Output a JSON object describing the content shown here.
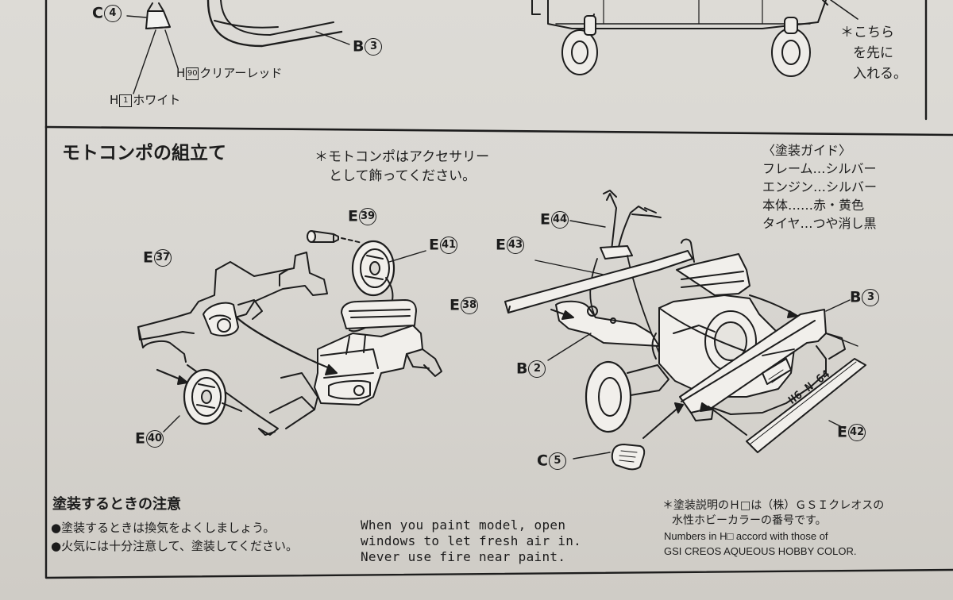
{
  "top_labels": {
    "c4": {
      "letter": "C",
      "num": "4"
    },
    "b3": {
      "letter": "B",
      "num": "3"
    },
    "h90": {
      "letter": "H",
      "num": "90",
      "color": "クリアーレッド"
    },
    "h1": {
      "letter": "H",
      "num": "1",
      "color": "ホワイト"
    },
    "first_note": {
      "line1": "＊こちら",
      "line2": "を先に",
      "line3": "入れる。"
    }
  },
  "section": {
    "title": "モトコンポの組立て",
    "note_line1": "＊モトコンポはアクセサリー",
    "note_line2": "として飾ってください。"
  },
  "paint_guide": {
    "title": "〈塗装ガイド〉",
    "rows": [
      "フレーム…シルバー",
      "エンジン…シルバー",
      "本体……赤・黄色",
      "タイヤ…つや消し黒"
    ]
  },
  "parts": {
    "e37": {
      "letter": "E",
      "num": "37"
    },
    "e39": {
      "letter": "E",
      "num": "39"
    },
    "e41": {
      "letter": "E",
      "num": "41"
    },
    "e38": {
      "letter": "E",
      "num": "38"
    },
    "e40": {
      "letter": "E",
      "num": "40"
    },
    "e44": {
      "letter": "E",
      "num": "44"
    },
    "e43": {
      "letter": "E",
      "num": "43"
    },
    "b3b": {
      "letter": "B",
      "num": "3"
    },
    "b2": {
      "letter": "B",
      "num": "2"
    },
    "e42": {
      "letter": "E",
      "num": "42"
    },
    "c5": {
      "letter": "C",
      "num": "5"
    }
  },
  "caution": {
    "title": "塗装するときの注意",
    "line1": "●塗装するときは換気をよくしましょう。",
    "line2": "●火気には十分注意して、塗装してください。"
  },
  "english_note": {
    "line1": "When you paint model, open",
    "line2": "windows to let fresh air in.",
    "line3": "Never use fire near paint."
  },
  "footnote": {
    "line1": "＊塗装説明のＨ□は（株）ＧＳＩクレオスの",
    "line2": "水性ホビーカラーの番号です。",
    "line3": "Numbers in H□ accord with those of",
    "line4": "GSI CREOS AQUEOUS HOBBY COLOR."
  },
  "plate_text": "H6 N 64"
}
